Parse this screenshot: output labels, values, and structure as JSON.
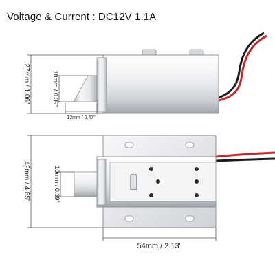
{
  "spec_text": "Voltage & Current : DC12V 1.1A",
  "dimensions": {
    "top_height": "27mm / 1.06\"",
    "top_plunger_height": "10mm / 0.39\"",
    "top_plunger_length": "12mm / 0.47\"",
    "bottom_height": "42mm / 4.65\"",
    "bottom_plunger_height": "10mm / 0.39\"",
    "bottom_width": "54mm / 2.13\""
  },
  "colors": {
    "wire_red": "#c8262b",
    "wire_black": "#1b1b1b",
    "metal_light": "#f1f2f4",
    "metal_dark": "#9ea3aa",
    "line": "#555555"
  }
}
